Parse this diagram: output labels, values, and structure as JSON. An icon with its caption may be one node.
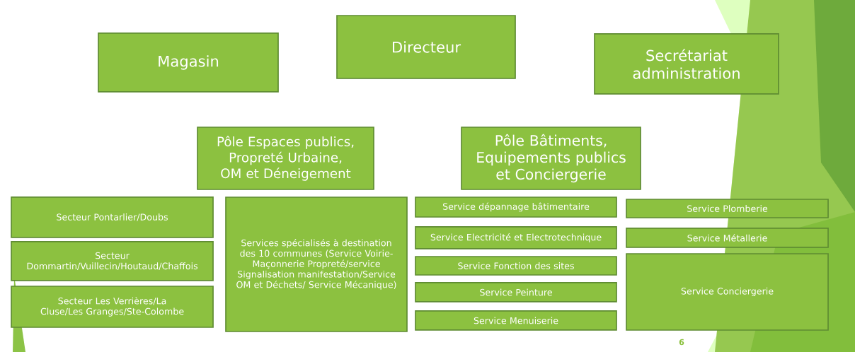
{
  "diagram": {
    "nodes": [
      {
        "text": [
          "Magasin"
        ]
      },
      {
        "text": [
          "Directeur"
        ]
      },
      {
        "text": [
          "Secrétariat administration"
        ]
      },
      {
        "text": [
          "Pôle Espaces publics, Propreté Urbaine, OM et Déneigement"
        ]
      },
      {
        "text": [
          "Pôle Bâtiments, Equipements publics et Conciergerie"
        ]
      },
      {
        "text": [
          "Secteur Pontarlier/Doubs"
        ]
      },
      {
        "text": [
          "Secteur Dommartin/Vuillecin/Houtaud/Chaffois"
        ]
      },
      {
        "text": [
          "Secteur Les Verrières/La Cluse/Les Granges/Ste-Colombe"
        ]
      },
      {
        "text": [
          "Services spécialisés à destination des 10 communes (Service Voirie-Maçonnerie Propreté/service Signalisation manifestation/Service OM et Déchets/ Service Mécanique)"
        ]
      },
      {
        "text": [
          "Service dépannage bâtimentaire"
        ]
      },
      {
        "text": [
          "Service Electricité et Electrotechnique"
        ]
      },
      {
        "text": [
          "Service Fonction des sites"
        ]
      },
      {
        "text": [
          "Service Peinture"
        ]
      },
      {
        "text": [
          "Service Menuiserie"
        ]
      },
      {
        "text": [
          "Service Plomberie"
        ]
      },
      {
        "text": [
          "Service Métallerie"
        ]
      },
      {
        "text": [
          "Service  Conciergerie"
        ]
      }
    ],
    "labels": [
      "6"
    ]
  }
}
